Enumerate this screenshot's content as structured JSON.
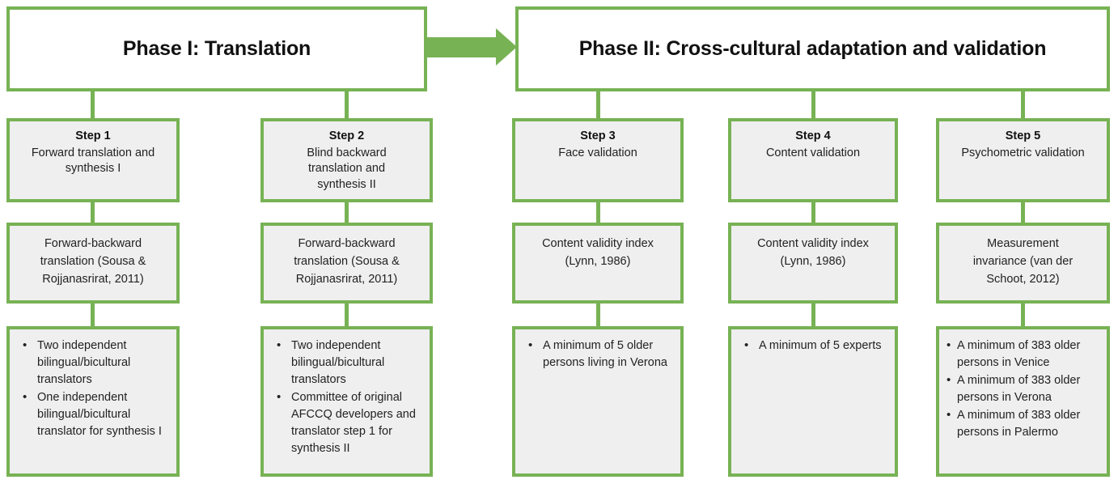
{
  "figure": {
    "type": "flowchart",
    "accent_color": "#77b254",
    "box_fill_color": "#efefef",
    "header_fill_color": "#ffffff"
  },
  "phases": [
    {
      "id": "phase-1",
      "title": "Phase I: Translation"
    },
    {
      "id": "phase-2",
      "title": "Phase II: Cross-cultural adaptation and validation"
    }
  ],
  "connector": {
    "name": "phase-1-to-phase-2-arrow"
  },
  "columns": [
    {
      "id": "col-step-1",
      "step_label": "Step 1",
      "step_description": "Forward translation and synthesis I",
      "method": "Forward-backward translation (Sousa & Rojjanasrirat,  2011)",
      "bullets": [
        "Two independent bilingual/bicultural translators",
        "One independent bilingual/bicultural translator for synthesis I"
      ]
    },
    {
      "id": "col-step-2",
      "step_label": "Step 2",
      "step_description": "Blind backward translation and synthesis II",
      "method": "Forward-backward translation (Sousa & Rojjanasrirat,  2011)",
      "bullets": [
        "Two independent bilingual/bicultural translators",
        "Committee of original AFCCQ developers and translator step 1 for synthesis II"
      ]
    },
    {
      "id": "col-step-3",
      "step_label": "Step 3",
      "step_description": "Face validation",
      "method": "Content validity index (Lynn, 1986)",
      "bullets": [
        "A minimum of 5 older persons living in Verona"
      ]
    },
    {
      "id": "col-step-4",
      "step_label": "Step 4",
      "step_description": "Content validation",
      "method": "Content validity index (Lynn, 1986)",
      "bullets": [
        "A minimum of 5 experts"
      ]
    },
    {
      "id": "col-step-5",
      "step_label": "Step 5",
      "step_description": "Psychometric validation",
      "method": "Measurement invariance (van der Schoot, 2012)",
      "bullets": [
        "A minimum of 383 older persons in Venice",
        "A minimum of 383 older persons in Verona",
        "A minimum of 383 older persons in Palermo"
      ]
    }
  ]
}
